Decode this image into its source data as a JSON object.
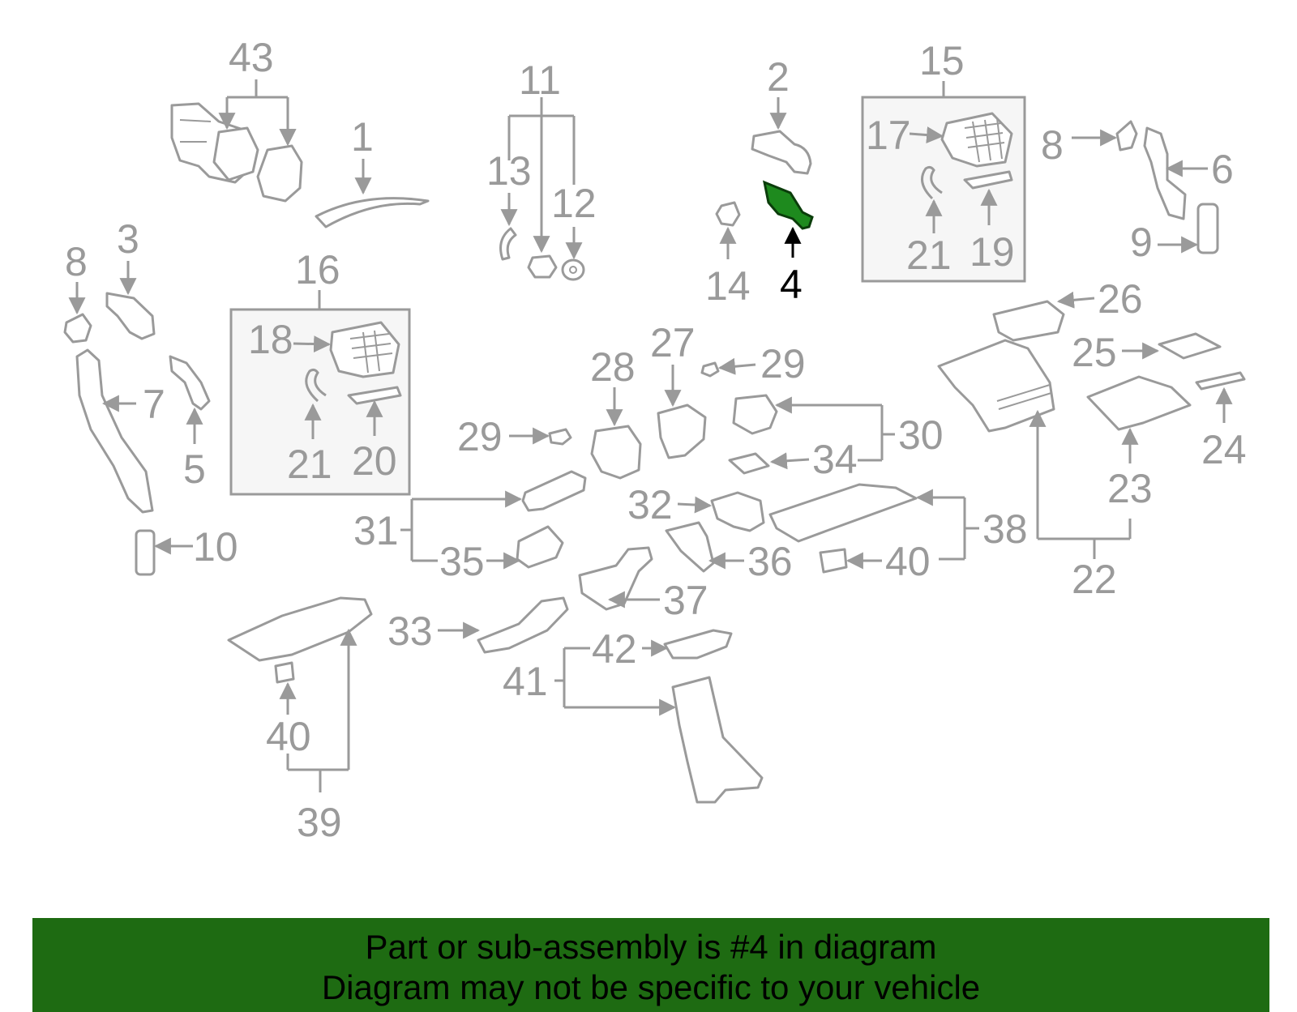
{
  "callouts": {
    "c1": "1",
    "c2": "2",
    "c3": "3",
    "c4": "4",
    "c5": "5",
    "c6": "6",
    "c7": "7",
    "c8a": "8",
    "c8b": "8",
    "c9": "9",
    "c10": "10",
    "c11": "11",
    "c12": "12",
    "c13": "13",
    "c14": "14",
    "c15": "15",
    "c16": "16",
    "c17": "17",
    "c18": "18",
    "c19": "19",
    "c20": "20",
    "c21a": "21",
    "c21b": "21",
    "c22": "22",
    "c23": "23",
    "c24": "24",
    "c25": "25",
    "c26": "26",
    "c27": "27",
    "c28": "28",
    "c29a": "29",
    "c29b": "29",
    "c30": "30",
    "c31": "31",
    "c32": "32",
    "c33": "33",
    "c34": "34",
    "c35": "35",
    "c36": "36",
    "c37": "37",
    "c38": "38",
    "c39": "39",
    "c40a": "40",
    "c40b": "40",
    "c41": "41",
    "c42": "42",
    "c43": "43"
  },
  "highlight": {
    "part": "4",
    "color": "#1e8a1e"
  },
  "banner": {
    "line1": "Part or sub-assembly is #4 in diagram",
    "line2": "Diagram may not be specific to your vehicle",
    "background": "#1e6b12"
  }
}
